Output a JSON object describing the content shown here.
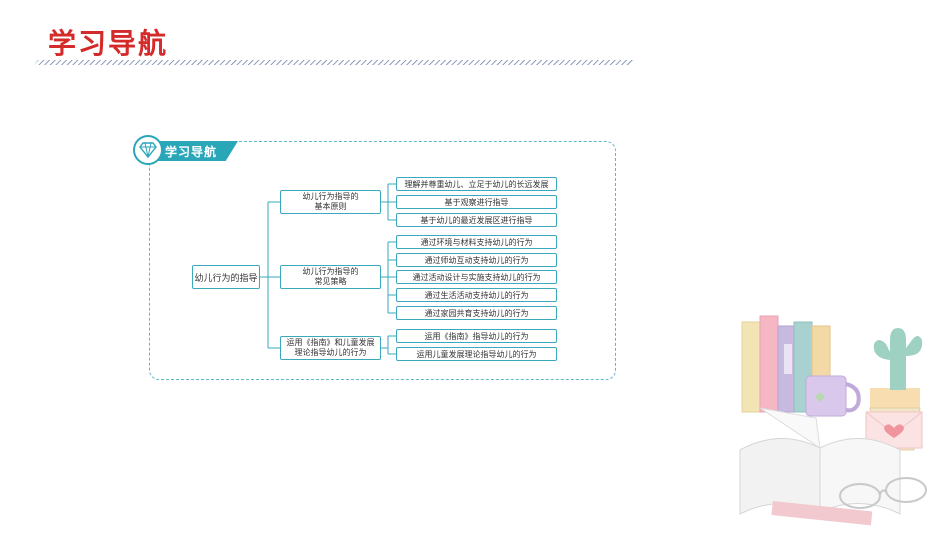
{
  "header": {
    "title": "学习导航"
  },
  "diagram": {
    "badge": "学习导航",
    "root": "幼儿行为的指导",
    "branches": [
      {
        "label": "幼儿行为指导的\n基本原则",
        "leaves": [
          "理解并尊重幼儿、立足于幼儿的长远发展",
          "基于观察进行指导",
          "基于幼儿的最近发展区进行指导"
        ]
      },
      {
        "label": "幼儿行为指导的\n常见策略",
        "leaves": [
          "通过环境与材料支持幼儿的行为",
          "通过师幼互动支持幼儿的行为",
          "通过活动设计与实施支持幼儿的行为",
          "通过生活活动支持幼儿的行为",
          "通过家园共育支持幼儿的行为"
        ]
      },
      {
        "label": "运用《指南》和儿童发展\n理论指导幼儿的行为",
        "leaves": [
          "运用《指南》指导幼儿的行为",
          "运用儿童发展理论指导幼儿的行为"
        ]
      }
    ]
  },
  "colors": {
    "title": "#d42a2a",
    "accent": "#2aa6b9",
    "frame": "#5fb8c8"
  }
}
